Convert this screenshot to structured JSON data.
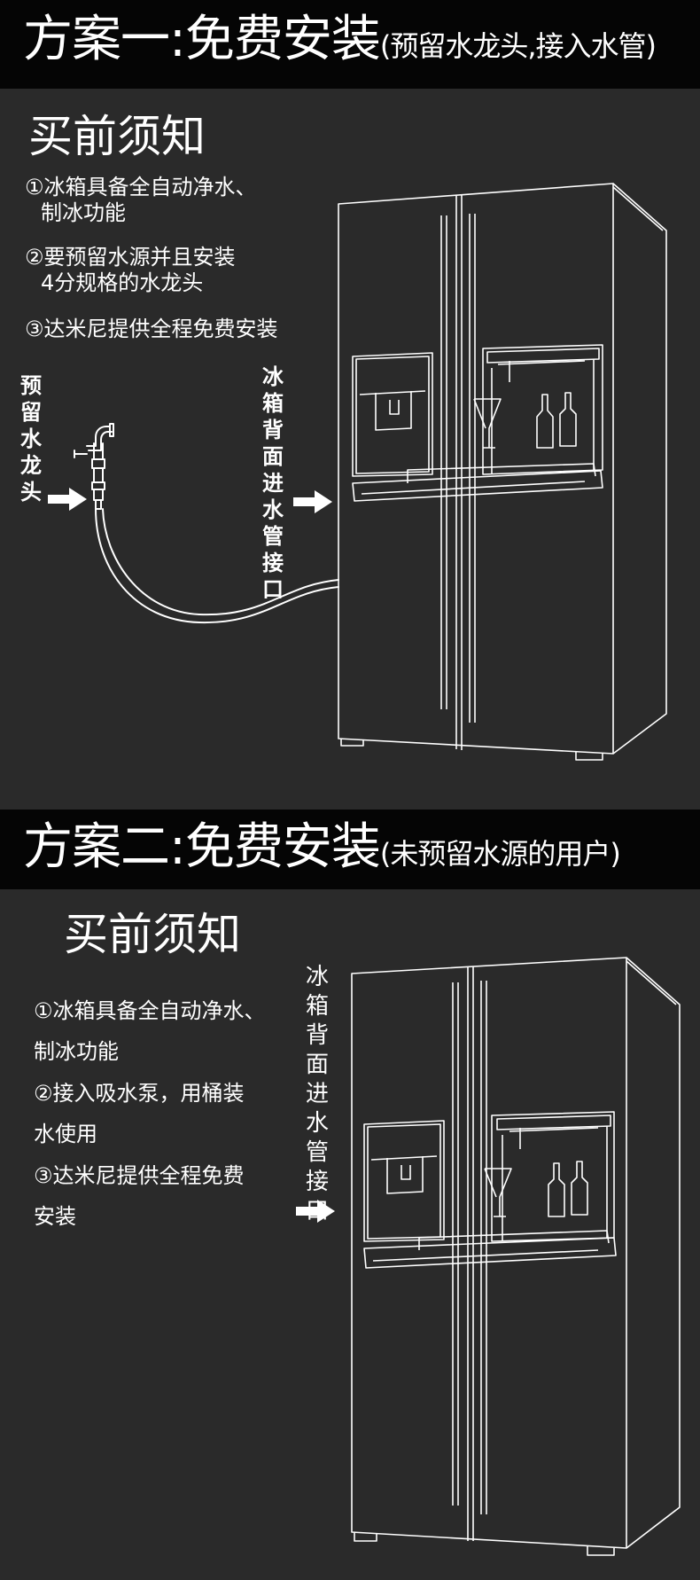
{
  "plan1": {
    "title_main": "方案一:免费安装",
    "title_sub": "(预留水龙头,接入水管)",
    "heading": "买前须知",
    "notes": [
      {
        "line1": "①冰箱具备全自动净水、",
        "line2": "制冰功能"
      },
      {
        "line1": "②要预留水源并且安装",
        "line2": "4分规格的水龙头"
      },
      {
        "line1": "③达米尼提供全程免费安装",
        "line2": ""
      }
    ],
    "label_tap": "预留水龙头",
    "label_inlet": "冰箱背面进水管接口"
  },
  "plan2": {
    "title_main": "方案二:免费安装",
    "title_sub": "(未预留水源的用户)",
    "heading": "买前须知",
    "notes": [
      {
        "line1": "①冰箱具备全自动净水、",
        "line2": "制冰功能"
      },
      {
        "line1": "②接入吸水泵，用桶装",
        "line2": "水使用"
      },
      {
        "line1": "③达米尼提供全程免费",
        "line2": "安装"
      }
    ],
    "label_inlet": "冰箱背面进水管接口"
  },
  "colors": {
    "background": "#2a2a2a",
    "band": "#050505",
    "text": "#ffffff"
  }
}
